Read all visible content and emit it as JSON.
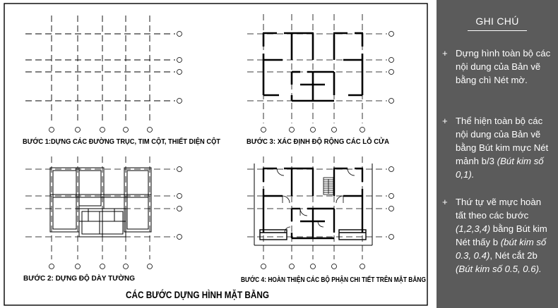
{
  "sheet": {
    "steps": [
      {
        "label": "BƯỚC 1:DỰNG CÁC ĐƯỜNG TRỤC, TIM CỘT, THIẾT DIỆN CỘT"
      },
      {
        "label": "BƯỚC 3: XÁC ĐỊNH ĐỘ RỘNG CÁC  LỖ  CỬA"
      },
      {
        "label": "BƯỚC 2: DỰNG ĐỘ DÀY  TƯỜNG"
      },
      {
        "label": "BƯỚC 4: HOÀN THIỆN CÁC BỘ PHẬN CHI TIẾT TRÊN MẶT BẰNG"
      }
    ],
    "main_title": "CÁC BƯỚC DỰNG HÌNH MẶT BẰNG"
  },
  "notes": {
    "title": "GHI CHÚ",
    "bullet": "+",
    "items": [
      {
        "text": "Dựng hình toàn bộ các nội dung của Bản vẽ bằng chì Nét mờ."
      },
      {
        "text": "Thể hiện toàn bộ các nội dung của Bản vẽ bằng Bút kim mực Nét mảnh b/3",
        "italic": "(Bút kim số 0,1)."
      },
      {
        "text_parts": [
          "Thứ tự vẽ mực hoàn tất theo các bước ",
          "(1,2,3,4)",
          " bằng Bút kim Nét thấy b ",
          "(bút kim số 0.3, 0.4)",
          ", Nét cắt 2b ",
          "(Bút kim số 0.5, 0.6)."
        ]
      }
    ]
  },
  "colors": {
    "panel": "#5b5b5b",
    "ink": "#000000",
    "paper": "#ffffff"
  }
}
